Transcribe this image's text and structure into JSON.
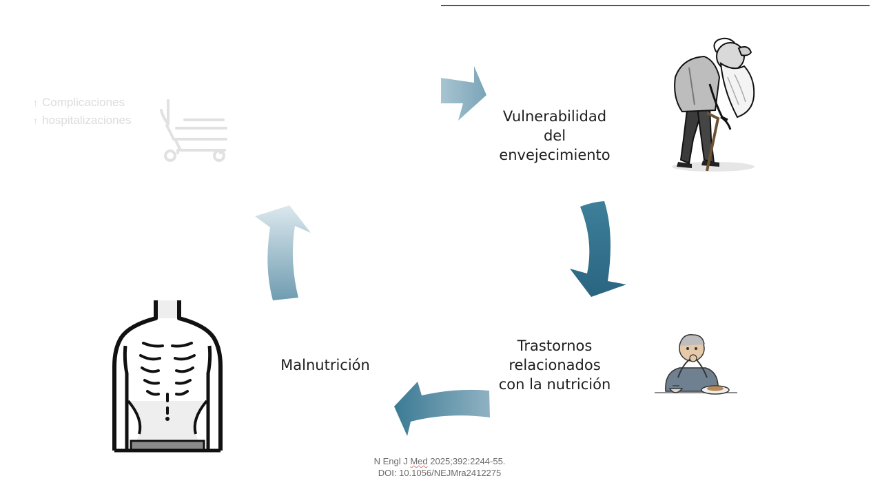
{
  "slide": {
    "vulnerability": {
      "line1": "Vulnerabilidad",
      "line2": "del",
      "line3": "envejecimiento"
    },
    "disorders": {
      "line1": "Trastornos",
      "line2": "relacionados",
      "line3": "con la nutrición"
    },
    "malnutrition": "Malnutrición",
    "faded": {
      "arrow_glyph": "↑",
      "complications": "Complicaciones",
      "hospitalizations": "hospitalizaciones"
    },
    "reference": {
      "journal_prefix": "N Engl J",
      "journal_word": "Med",
      "journal_suffix": "2025;392:2244-55.",
      "doi": "DOI: 10.1056/NEJMra2412275"
    },
    "icons": [
      "hospital-bed-icon",
      "elderly-man-cane-icon",
      "elderly-man-eating-icon",
      "emaciated-torso-icon"
    ],
    "colors": {
      "arrow_dark": "#2e6c86",
      "arrow_light": "#c9dbe3",
      "separator": "#555555"
    }
  }
}
